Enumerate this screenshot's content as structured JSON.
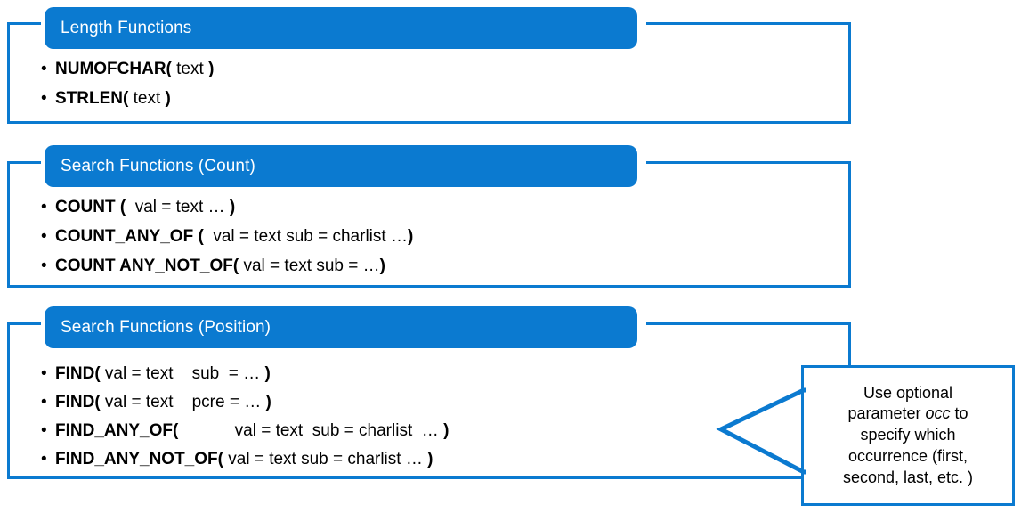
{
  "theme": {
    "accent": "#0b7ad0",
    "text": "#000000",
    "header_text": "#ffffff",
    "background": "#ffffff"
  },
  "sections": [
    {
      "id": "length-functions",
      "title": "Length Functions",
      "items": [
        {
          "fn": "NUMOFCHAR(",
          "args": " text ",
          "close": ")"
        },
        {
          "fn": "STRLEN(",
          "args": " text ",
          "close": ")"
        }
      ]
    },
    {
      "id": "search-functions-count",
      "title": "Search Functions (Count)",
      "items": [
        {
          "fn": "COUNT (",
          "args": "  val = text … ",
          "close": ")"
        },
        {
          "fn": "COUNT_ANY_OF (",
          "args": "  val = text sub = charlist …",
          "close": ")"
        },
        {
          "fn": "COUNT ANY_NOT_OF(",
          "args": " val = text sub = …",
          "close": ")"
        }
      ]
    },
    {
      "id": "search-functions-position",
      "title": "Search Functions (Position)",
      "items": [
        {
          "fn": "FIND(",
          "args": " val = text    sub  = … ",
          "close": ")"
        },
        {
          "fn": "FIND(",
          "args": " val = text    pcre = … ",
          "close": ")"
        },
        {
          "fn": "FIND_ANY_OF(",
          "args": "            val = text  sub = charlist  … ",
          "close": ")"
        },
        {
          "fn": "FIND_ANY_NOT_OF(",
          "args": " val = text sub = charlist … ",
          "close": ")"
        }
      ]
    }
  ],
  "callout": {
    "line1": "Use optional",
    "line2_pre": "parameter ",
    "line2_em": "occ",
    "line2_post": " to",
    "line3": "specify which",
    "line4": "occurrence (first,",
    "line5": "second, last, etc. )"
  }
}
